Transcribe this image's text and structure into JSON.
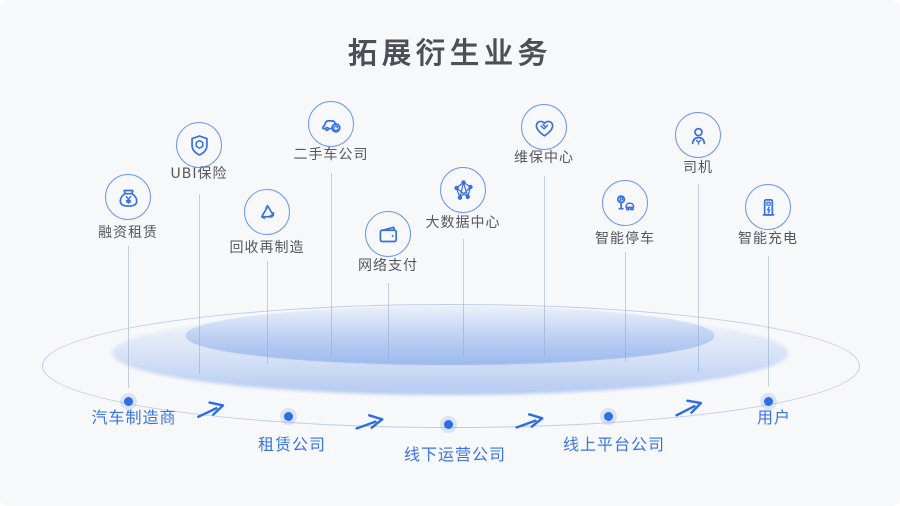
{
  "title": "拓展衍生业务",
  "services": [
    {
      "label": "融资租赁",
      "icon": "money-bag"
    },
    {
      "label": "UBI保险",
      "icon": "shield"
    },
    {
      "label": "回收再制造",
      "icon": "recycle"
    },
    {
      "label": "二手车公司",
      "icon": "used-car"
    },
    {
      "label": "网络支付",
      "icon": "wallet"
    },
    {
      "label": "大数据中心",
      "icon": "big-data-network"
    },
    {
      "label": "维保中心",
      "icon": "handshake-heart"
    },
    {
      "label": "智能停车",
      "icon": "parking-meter-car"
    },
    {
      "label": "司机",
      "icon": "driver-person"
    },
    {
      "label": "智能充电",
      "icon": "charging-station"
    }
  ],
  "flow": [
    {
      "label": "汽车制造商"
    },
    {
      "label": "租赁公司"
    },
    {
      "label": "线下运营公司"
    },
    {
      "label": "线上平台公司"
    },
    {
      "label": "用户"
    }
  ],
  "colors": {
    "background": "#f7f8f9",
    "title_text": "#4c4f56",
    "icon_circle_stroke": "#6f97ef",
    "icon_glyph_stroke": "#3b6fe0",
    "icon_label_text": "#54575f",
    "flow_text": "#3a73e8",
    "flow_dot": "#2e6de7",
    "arrow": "#2e6ce6",
    "platform_fill": "#9cbbee",
    "ring_stroke": "#88a8e8"
  }
}
